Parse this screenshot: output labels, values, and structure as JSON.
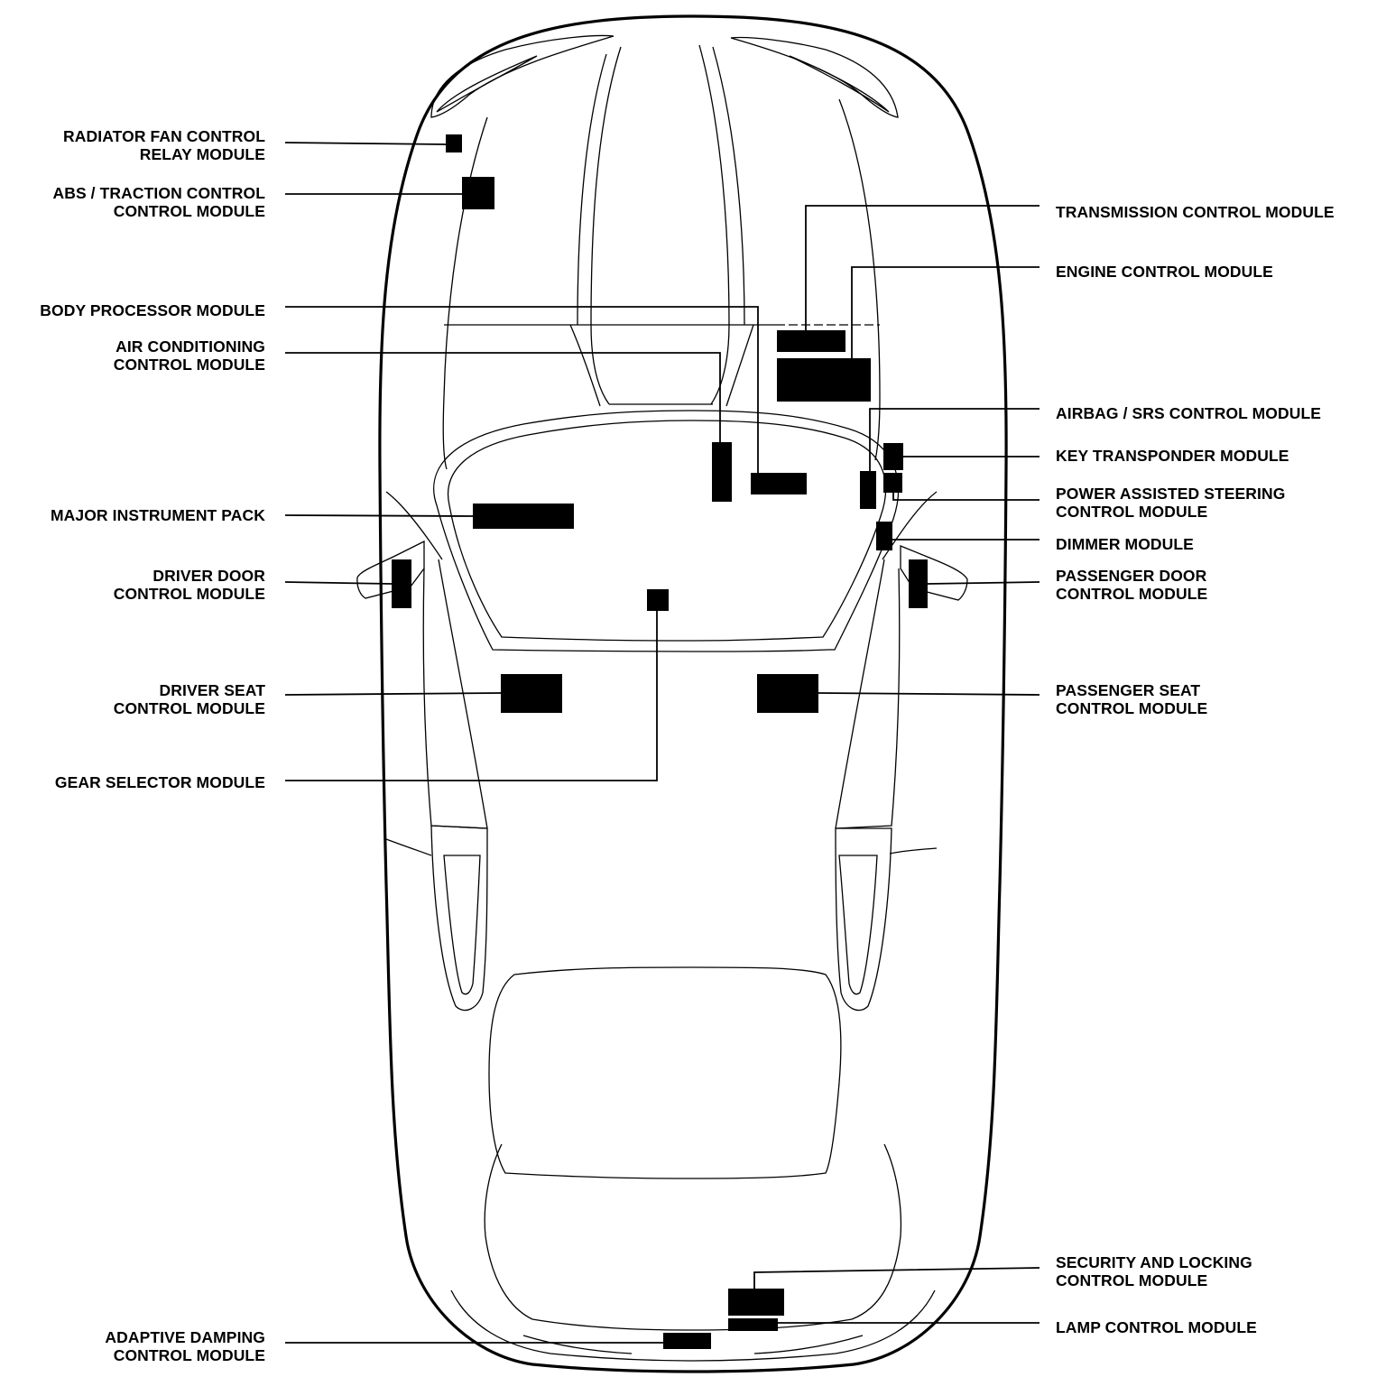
{
  "labels": {
    "radiator_fan": [
      "RADIATOR FAN CONTROL",
      "RELAY MODULE"
    ],
    "abs": [
      "ABS / TRACTION CONTROL",
      "CONTROL MODULE"
    ],
    "body_processor": [
      "BODY PROCESSOR MODULE"
    ],
    "air_conditioning": [
      "AIR CONDITIONING",
      "CONTROL MODULE"
    ],
    "major_instrument": [
      "MAJOR INSTRUMENT PACK"
    ],
    "driver_door": [
      "DRIVER DOOR",
      "CONTROL MODULE"
    ],
    "driver_seat": [
      "DRIVER SEAT",
      "CONTROL MODULE"
    ],
    "gear_selector": [
      "GEAR SELECTOR MODULE"
    ],
    "adaptive_damping": [
      "ADAPTIVE DAMPING",
      "CONTROL MODULE"
    ],
    "transmission": [
      "TRANSMISSION CONTROL MODULE"
    ],
    "engine": [
      "ENGINE CONTROL MODULE"
    ],
    "airbag": [
      "AIRBAG / SRS CONTROL MODULE"
    ],
    "key_transponder": [
      "KEY TRANSPONDER MODULE"
    ],
    "power_steering": [
      "POWER ASSISTED STEERING",
      "CONTROL MODULE"
    ],
    "dimmer": [
      "DIMMER MODULE"
    ],
    "passenger_door": [
      "PASSENGER DOOR",
      "CONTROL MODULE"
    ],
    "passenger_seat": [
      "PASSENGER SEAT",
      "CONTROL MODULE"
    ],
    "security_locking": [
      "SECURITY AND LOCKING",
      "CONTROL MODULE"
    ],
    "lamp": [
      "LAMP CONTROL MODULE"
    ]
  },
  "colors": {
    "ink": "#000000",
    "paper": "#ffffff"
  }
}
